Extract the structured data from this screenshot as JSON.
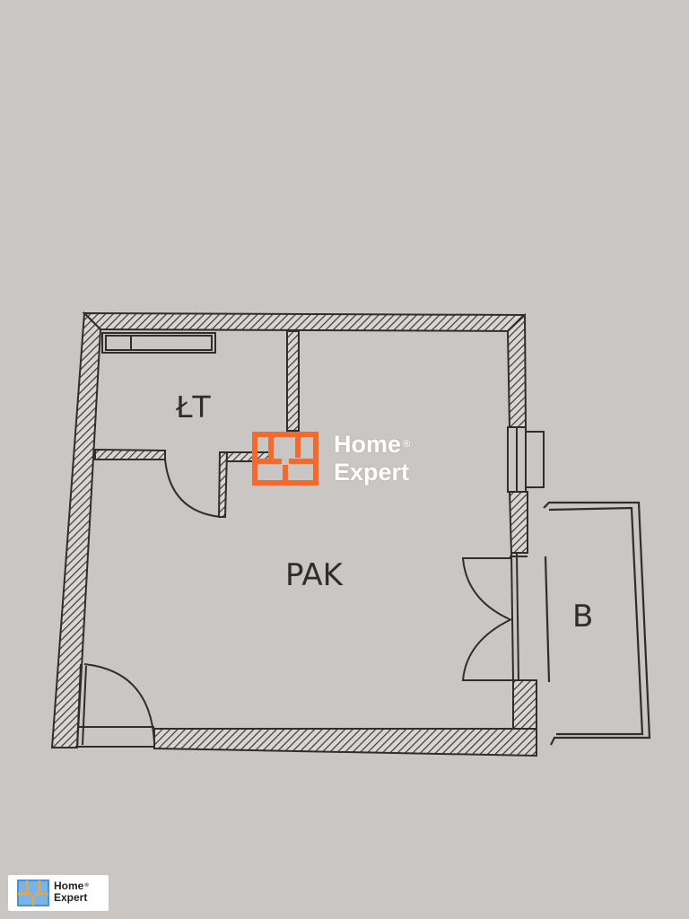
{
  "floor_plan": {
    "rooms": [
      {
        "id": "lt",
        "label": "ŁT"
      },
      {
        "id": "pak",
        "label": "PAK"
      },
      {
        "id": "b",
        "label": "B"
      }
    ]
  },
  "watermark": {
    "line1": "Home",
    "line2": "Expert",
    "mark": "®",
    "brand_color": "#f26a2e",
    "icon": "home-expert-logo-icon"
  },
  "corner_logo": {
    "line1": "Home",
    "line2": "Expert",
    "mark": "®",
    "icon_color": "#4a90d9",
    "icon": "home-expert-logo-icon"
  }
}
